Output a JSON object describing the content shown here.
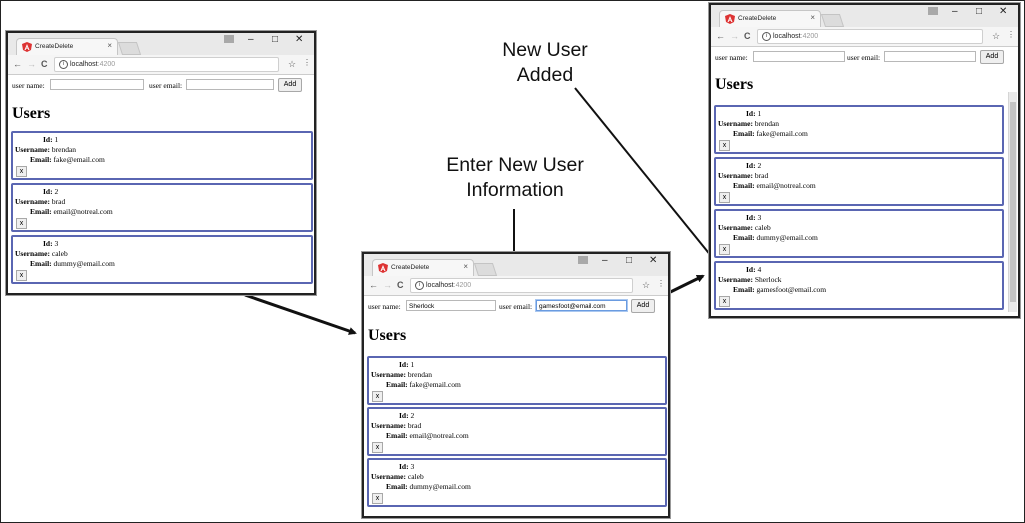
{
  "annotations": {
    "new_user_added": [
      "New User",
      "Added"
    ],
    "enter_new_user": [
      "Enter New User",
      "Information"
    ]
  },
  "ui": {
    "tab_title": "CreateDelete",
    "tab_close": "×",
    "window_controls": {
      "minimize": "–",
      "maximize": "□",
      "close": "✕"
    },
    "nav": {
      "back": "←",
      "forward": "→",
      "reload": "C",
      "star": "☆",
      "menu": "⋮",
      "info": "i"
    },
    "url_host": "localhost",
    "url_port": ":4200",
    "label_username": "user name:",
    "label_email": "user email:",
    "add_button": "Add",
    "delete_button": "x",
    "heading": "Users",
    "field_labels": {
      "id": "Id:",
      "username": "Username:",
      "email": "Email:"
    }
  },
  "windows": {
    "left": {
      "inputs": {
        "username": "",
        "email": ""
      },
      "users": [
        {
          "id": "1",
          "username": "brendan",
          "email": "fake@email.com"
        },
        {
          "id": "2",
          "username": "brad",
          "email": "email@notreal.com"
        },
        {
          "id": "3",
          "username": "caleb",
          "email": "dummy@email.com"
        }
      ]
    },
    "middle": {
      "inputs": {
        "username": "Sherlock",
        "email": "gamesfoot@email.com"
      },
      "users": [
        {
          "id": "1",
          "username": "brendan",
          "email": "fake@email.com"
        },
        {
          "id": "2",
          "username": "brad",
          "email": "email@notreal.com"
        },
        {
          "id": "3",
          "username": "caleb",
          "email": "dummy@email.com"
        }
      ]
    },
    "right": {
      "inputs": {
        "username": "",
        "email": ""
      },
      "users": [
        {
          "id": "1",
          "username": "brendan",
          "email": "fake@email.com"
        },
        {
          "id": "2",
          "username": "brad",
          "email": "email@notreal.com"
        },
        {
          "id": "3",
          "username": "caleb",
          "email": "dummy@email.com"
        },
        {
          "id": "4",
          "username": "Sherlock",
          "email": "gamesfoot@email.com"
        }
      ]
    }
  }
}
